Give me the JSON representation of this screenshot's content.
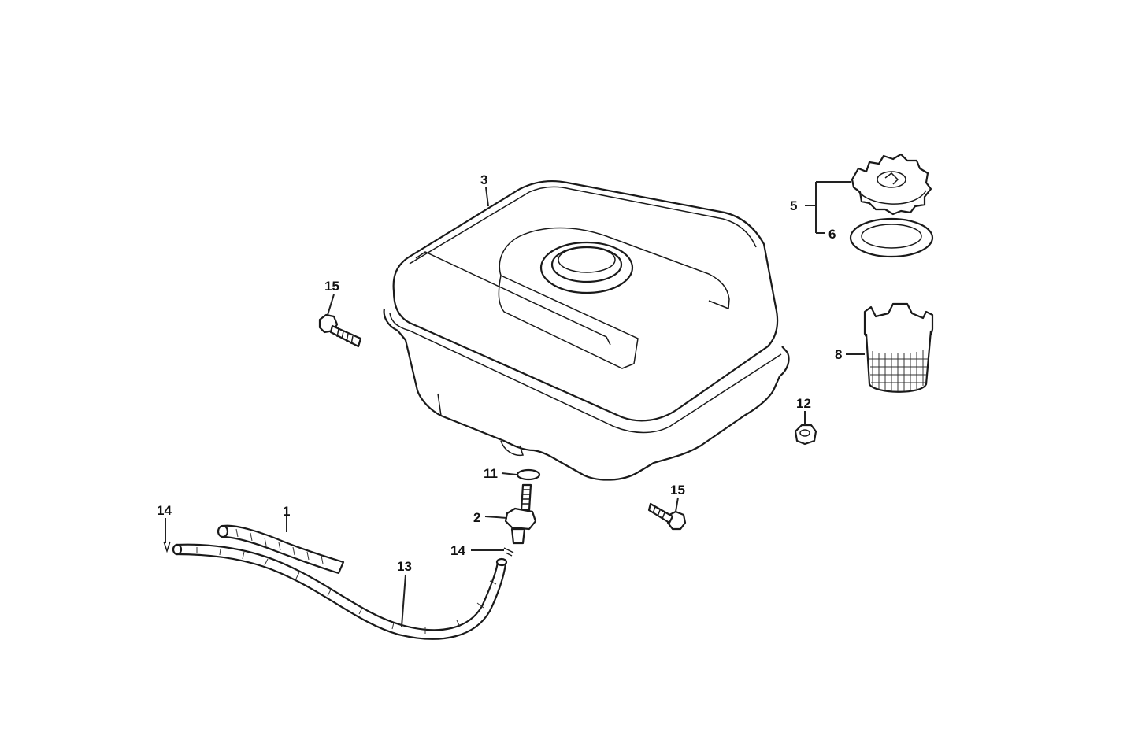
{
  "diagram": {
    "callouts": {
      "hose_short": "1",
      "fuel_cock": "2",
      "fuel_tank": "3",
      "cap_assembly": "5",
      "cap_gasket": "6",
      "strainer": "8",
      "cock_gasket": "11",
      "nut": "12",
      "hose_long": "13",
      "clip_left": "14",
      "clip_right": "14",
      "bolt_left": "15",
      "bolt_right": "15"
    }
  }
}
